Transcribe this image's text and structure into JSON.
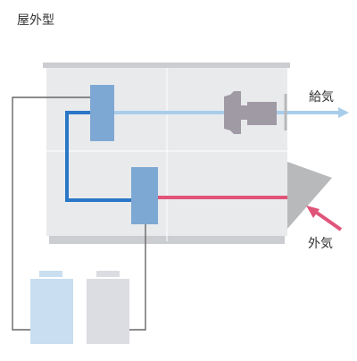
{
  "labels": {
    "unit_type": "屋外型",
    "supply_air": "給気",
    "outside_air": "外気"
  },
  "colors": {
    "cabinet": "#e9eaec",
    "cabinet_frame": "#cccdd0",
    "divider": "#ffffff",
    "coil": "#7ea8d4",
    "pipe_blue": "#2a77c8",
    "duct_light_blue": "#a8cdea",
    "duct_red": "#e0547a",
    "fan": "#a09aa5",
    "hood": "#b8b9bb",
    "wire": "#666666",
    "tank_light_blue": "#c9def0",
    "tank_grey": "#dcdde2"
  }
}
